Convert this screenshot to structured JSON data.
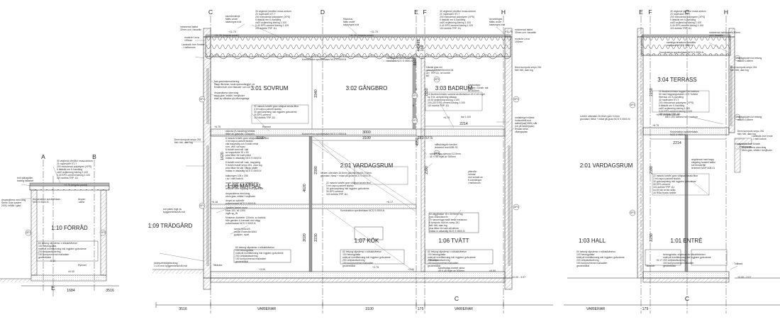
{
  "grid_labels": {
    "top": [
      "C",
      "D",
      "E",
      "F",
      "H",
      "E",
      "F",
      "C",
      "H"
    ],
    "left_section": [
      "A",
      "B"
    ],
    "bottom": [
      "E",
      "C",
      "C"
    ]
  },
  "rooms": [
    "3:01 SOVRUM",
    "3:02 GÅNGBRO",
    "3:03 BADRUM",
    "2:01 VARDAGSRUM",
    "1:08 MATSAL",
    "1:07 KÖK",
    "1:06 TVÄTT",
    "1:09 TRÄDGÅRD",
    "1:10 FÖRRÅD",
    "3:04 TERRASS",
    "2:01 VARDAGSRUM",
    "1:03 HALL",
    "1:01 ENTRÉ"
  ],
  "dimensions": [
    "3000",
    "3100",
    "283",
    "57.5",
    "2214",
    "3100",
    "3516",
    "VARIERAR",
    "3100",
    "175",
    "VARIERAR",
    "2214",
    "VARIERAR",
    "175",
    "1684",
    "3516",
    "2340",
    "2390",
    "2230",
    "2020",
    "4620",
    "4950",
    "2150",
    "2390",
    "2150",
    "660",
    "440",
    "495",
    "165",
    "1620",
    "2390",
    "2230"
  ],
  "elevations": [
    "+11.75",
    "+11.75",
    "+11.75",
    "+11.35 (högsta punkt)",
    "+11.35 (högsta punkt)",
    "+6.75",
    "+6.75",
    "+6.75",
    "+6.18",
    "+6.17",
    "+6.17",
    "+3.75",
    "+3.00",
    "+3.00",
    "±0.00",
    "±0.00",
    "-0.10",
    "±0.00 - 3.07",
    "+0.00 - 3.07",
    "+3.75 (högsta punkt)",
    "+6.95 (högsta punkt)"
  ],
  "annotations": {
    "roof_left": [
      "30 vegbeck ytmöllor mosa-sedum",
      "20 nopfrukter ST-T",
      "200 extruderad polystyren (XPS)",
      "5 tätskikt em K-handling",
      "ca20 avjämning lutning 1:100",
      "0-40 EPS-cement lutning 1:100",
      "115 dubbla TRP 111"
    ],
    "roof_right": [
      "30 vegbeck ytmöllor mosa-sedum",
      "20 nopfrukter ST-T",
      "200 extruderad polystyren (XPS)",
      "5 tätskikt em K-handling",
      "ca20 avjämning lutning 1:100",
      "0-40 EPS-cement lutning 1:100",
      "115 dubbla TRP 111"
    ],
    "roof_small": [
      "30 vegbeck ytmöllor mosa-sedum",
      "20 nopfrukter ST-T",
      "200 extruderad polystyren (XPS)",
      "5 tätskikt em K-handling",
      "ca20 avjämning lutning 1:100",
      "0-40 EPS-cement lutning 1:100",
      "115 dubbla TRP 111"
    ],
    "roof_far_right": [
      "30 vegbeck ytmöllor mosa-sedum",
      "20 nopfrukter ST-T",
      "200 extruderad polystyren (XPS)",
      "5 tätskikt em K-handling",
      "ca20 avjämning lutning 1:100",
      "0-40 EPS-cement lutning 1:100",
      "115 dubbla TRP 111"
    ],
    "rail_top_left": [
      "skorstenslinje",
      "fällits under",
      "takavrigns tröd"
    ],
    "rail_top_mid": [
      "Räckhus",
      "fällts under",
      "takavrigns tröd"
    ],
    "rail_top_right": [
      "avrunningsk",
      "fällits under",
      "takavrigns tröd"
    ],
    "parapet_left": [
      "minimerad takfot",
      "30mm och i fasadlin"
    ],
    "parapet_right": [
      "minimerad takfot",
      "30mm och i fasadlin"
    ],
    "parapet_far": [
      "minimerad takkloppslit 30mm",
      "och i fasadlin"
    ],
    "muren_left": [
      "murkrön Leca",
      "190mm"
    ],
    "muren_right": [
      "murkrön Leca",
      "190mm"
    ],
    "lavabo": [
      "Lavabalk över fönster",
      "- i mellanrum"
    ],
    "konstr_top": "Konstruktion sprutbeklaas NCS S 0500-N",
    "konstr_mid": "Konstruktion sprutbeklaas NCS S 0500-N",
    "konstr_kok": "Konstruktion sprutbeklaas NCS S 0500-N",
    "konstr_far": "Konstruktion sprutbeklaas NCS S 0500-N",
    "armatur": [
      "samtliga armaturer beställa",
      "med lack NCS S 0500-N"
    ],
    "armatur_far": [
      "samtliga armaturer beställa",
      "med lack NCS S 0500-N"
    ],
    "fast_gardin": [
      "fast gardinskena/bering",
      "Saarl lålvinner, tusla speccsfärgjyll, vit",
      "fönsternisch med fäskaler rum om"
    ],
    "dropp_left": [
      "dropsnäbera utan drag",
      "utom glas, infälld i tresjlfuder",
      "skall sy ståndna på våvningslage"
    ],
    "trapp_sov": [
      "22 massiv kvistfri gran vitlajsat smala fibor",
      "3 bri capco parkett skaldo",
      "30 golvuarpming inkl ingjuten golvvärme",
      "30 EPS-cement",
      "115 dubbla TRP 111"
    ],
    "hand_gl": [
      "Härdat glas enl",
      "glasskyddsfon cement 06",
      "av i TRP111, se konstr.",
      "BE"
    ],
    "badrum_floor": [
      "10 floolbed klinker samma avvikelsekon 45 X 45 regel",
      "op 5 fa, avtryckning såskap",
      "ca 30 avjämning lutning 1:100",
      "200-220 EPS-cement lutning 1:100",
      "115 dubbla TRP 111"
    ],
    "badrum_dim": [
      "stadssnäpp",
      "fönster i konstr. tak",
      "av 300mm"
    ],
    "tunnputs_top": [
      "8mm tunnputs serpo 261",
      "fält i fält, utan fog"
    ],
    "tunnputs_mid": [
      "8mm tunnputs serpo 261",
      "fält i fält, utan fog"
    ],
    "tunnputs_far": [
      "8mm tunnputs serpo 261",
      "fält i fält, utan fog"
    ],
    "tunnputs_far2": [
      "8mm tunnputs serpo 261",
      "fält i fält, utan fog"
    ],
    "metallregel": [
      "metallregel mläste",
      "horisontellt mot",
      "takfot/ljusf(1389) slår",
      "(se på taktreppan)",
      "tendad della",
      "våningsplan"
    ],
    "sidovsk": [
      "sidovsk (K-handling) infällat",
      "fäste an glassdis i tunnputs"
    ],
    "trappsteg": [
      "6 massiv kvistfri gran vitlajsat smala fibor",
      "3 bri capco parkett skaldo",
      "vita trappsteg och 5 skikt rmfat",
      "rum, vita i tornvast",
      "8 kvistfri med stil i tak",
      "av trappräcke 30 x 60",
      "plus fåker för inatt prtbd",
      "mätas in uttsastlig NCS S 0500-N"
    ],
    "trapp_riser": [
      "8 kvistfri med stil i ask, trappsteg",
      "9 kvisfri mastil serpo 261, utan fog",
      "plus fåkar för tak i fåkap pfaffe",
      "mätas in uttsastlig NCS S 0500-N"
    ],
    "balkong": [
      "balkongen 108 x 208",
      "i av i mell locknit"
    ],
    "mock_fönster": [
      "moch fönster mot platsfält brön",
      "pulverlackad NCS S 0500-N",
      "anvisde med mpalfag mot paperäte"
    ],
    "dropp_mid": [
      "dropsnäbera med drag",
      "utom glas, infälld i resjlfuder"
    ],
    "dropel": [
      "dropel av splimlör",
      "pulverlackad NCS S 0500-N"
    ],
    "gedde": [
      "Geddes kantet mont",
      "shoe 100, x6 1300",
      "ingår sp_W"
    ],
    "fönster_vard": [
      "fönsterar diameter 120mm, sz koeksk",
      "från gardinv & kremtall mot vägg",
      "pulverlackad NCS S 0500-N"
    ],
    "ram_hola": [
      "ramm Hola A/S",
      "model Rozentia 6064",
      "guldjärn, svart"
    ],
    "vard_floor": [
      "räcken utterdam 26.8mm golvträn/strokk 3.2mm",
      "grundad i färsk + mäat på grula NCS S 0500-N"
    ],
    "vard_floor2": [
      "22 massiv kvistfri gran vitlajsat smala fibor",
      "3 bri capco parkett skaldo",
      "30 golvuarpming inkl ingjuten golvvärme",
      "30 EPS-cement",
      "115 dubbla TRP 111"
    ],
    "ku_vägg": [
      "10 väggbeklar 15 x 15 5mm fog",
      "mat-i tillsvidare fix",
      "70 nanomögg madll besa extrakonc",
      "8 tunnputs mot tm-varsp 261",
      "fält i fält, utan fog",
      "plus fåkar för kakt-att atforer",
      "mätas in uttsastlig NCS S 0500-N"
    ],
    "betong_kok": [
      "60 betong slipstensv n slikaktivbeton",
      "100 betongplatta",
      "mätt på överfläckning inkl ingjuten golvvärme",
      "200 cellplastisolering",
      "150 kompromerad makadam",
      "geotextilduk"
    ],
    "betong_tvatt": [
      "60 betong slipstensv n slikaktivbeton",
      "100 betongplatta",
      "mätt på överfläckning inkl ingjuten golvvärme",
      "200 cellplastisolering",
      "150 kompromerad makadam",
      "geotextilduk"
    ],
    "betong_mat": [
      "60 betong slipstensv n slikaktivbeton",
      "100 betongplatta",
      "mätt på överfläckning inkl ingjuten golvvärme",
      "200 cellplastisolering",
      "150 kompromerad makadam",
      "geotextilduk"
    ],
    "betong_forrad": [
      "60 betong slipstensv n slikaktivbeton",
      "100 betongplatta",
      "mätt på överfläckning inkl ingjuten golvvärme",
      "200 cellplastisolering",
      "150 kompromerad makadam",
      "geotextilduk"
    ],
    "betong_hall": [
      "60 betong slipstensv n slikaktivbeton",
      "100 betongplatta",
      "mätt på överfläckning inkl ingjuten golvvärme",
      "200 cellplastisolering",
      "150 kompromerad makadam",
      "geotextilduk"
    ],
    "betong_entre": [
      "betongplatta, slipstuas av slikaktivbeton",
      "mätt på överfläckning inkl ingjuten golvvärme",
      "200 cellplastisolering",
      "150 kompromerad makadam",
      "geotextilduk"
    ],
    "stalstod": [
      "stålstödsgolv fonsterl",
      "lerkemet mot ADB-S1"
    ],
    "schakt": [
      "schaktvägg plywood 12.5mm",
      "45 X 45 regel av 300mm"
    ],
    "schakt_tvatt": [
      "schaktvägg dubbel skiva",
      "45 X 45 regel av 300mm"
    ],
    "ytterdoor": [
      "ytterdörr",
      "hörntal",
      "mot schakt av",
      "K-handlinger",
      "i mellanrum"
    ],
    "ruti_mur": [
      "rutt plank mgtr av",
      "byggmedelsnivå mot"
    ],
    "dold": [
      "dödmurfriddigets/avag",
      "1:100 mot byggmedelsnivå mot"
    ],
    "brok_lot": [
      "bröt plälagutim",
      "balong fäkantet"
    ],
    "konstr_forrad": [
      "Konstruktion sprutbeklaas",
      "NCS S 0500-N"
    ],
    "dropp_forrad": [
      "dropsnäbera med drag",
      "Stenk Glas system",
      "2000, infälld i glad"
    ],
    "drope": [
      "dropsn",
      "-stene"
    ],
    "terrass_left": [
      "rutdörr utterdam 26.8mm golv 3.2mm",
      "grundad i färsk + mäat på grula NCS S 0500-N"
    ],
    "terrass_right": [
      "10 floolbed klinker tuggat före badrum",
      "50 med fäggningstraken 10S Tullebe",
      "fiberduk om K-handling",
      "30 nopfrukter ST-T",
      "200 extruderad polystyren (XPS)",
      "5 tätskikt em K-handling",
      "ca20 avjämning lutning 1:100",
      "0-40 EPS-cement lutning 1:100",
      "115 dubbla TRP 111"
    ],
    "lavabalk_far": [
      "Lavabalk över fönster",
      "- i mellanrum"
    ],
    "lavabalk_far2": [
      "Lavabalk över ernie",
      "- i mell locknit"
    ],
    "utelygd": [
      "utelygduden lut betong",
      "skänkt 148mm"
    ],
    "utelygd2": [
      "utelygduden lut betong",
      "skänkt 148mm"
    ],
    "dropp_far": [
      "dropsnäbera utan drag",
      "utom glas, infälld i tresjlfuder"
    ],
    "trappsteg_far": [
      "avgränsad med trapp",
      "stegsteg fonsterl kattsl",
      "tull fönsterfält",
      "lerkemet MOP A08-01"
    ],
    "vard_far_floor": [
      "22 massiv kvistfri gran vitlajsat smala fibor",
      "3 bri capco parkett skaldo",
      "30 golvuarpming inkl ingjuten golvvärme",
      "30 EPS-cement",
      "115 dubbla TRP 111",
      "ca 45 fan at fan skåp",
      "16 RSla frycks turbbe"
    ],
    "konstr_right": [
      "Konstruktion sprutbeklaas",
      "NCS S 0500-N"
    ],
    "tullbard": [
      "Tullbard"
    ]
  },
  "gp_tags": [
    "GP1",
    "GP1",
    "GP2",
    "GP2",
    "GP1",
    "GP1",
    "GP1",
    "GP2",
    "GP1",
    "GP1",
    "GP1",
    "GP2",
    "GP2",
    "GP1"
  ],
  "small_labels": [
    "G",
    "G",
    "B",
    "Ryemer",
    "Ryemer",
    "bal 1:100",
    "bal 1:100 samma som badrum",
    "Tillräcker",
    "Tillräcker",
    "Tillräcker"
  ]
}
